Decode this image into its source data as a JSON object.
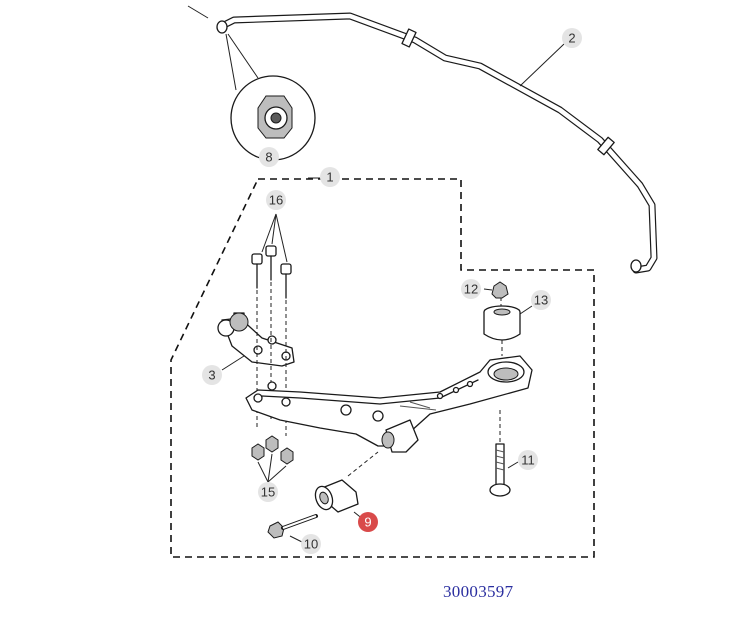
{
  "diagram": {
    "reference_number": "30003597",
    "callouts": {
      "c1": "1",
      "c2": "2",
      "c3": "3",
      "c8": "8",
      "c9": "9",
      "c10": "10",
      "c11": "11",
      "c12": "12",
      "c13": "13",
      "c15": "15",
      "c16": "16"
    },
    "highlight_color": "#d94a4a",
    "reference_color": "#2b2fa0"
  }
}
